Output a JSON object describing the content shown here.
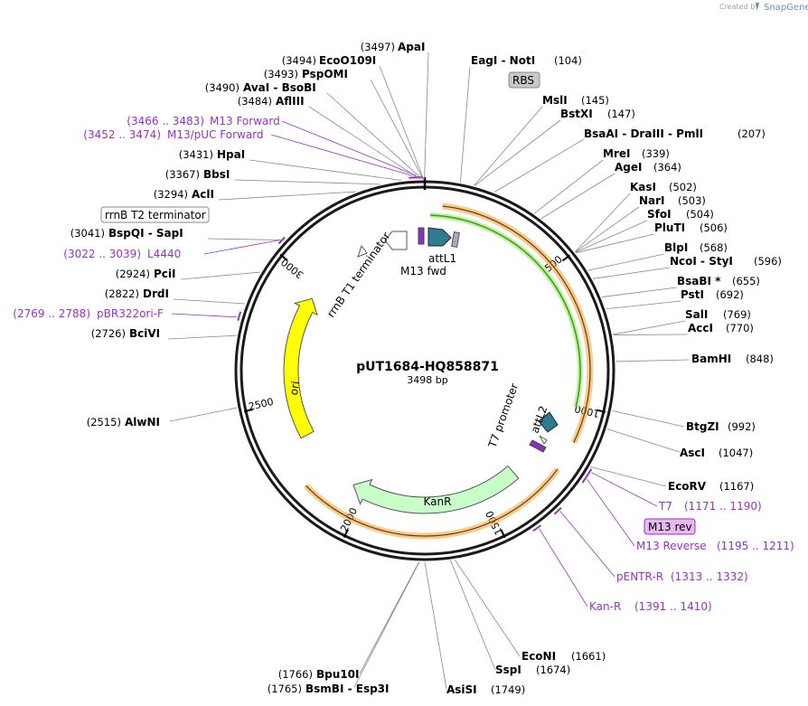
{
  "header": {
    "credit_text": "Created by",
    "brand_text": "SnapGene"
  },
  "plasmid": {
    "name": "pUT1684-HQ858871",
    "length_text": "3498 bp",
    "length": 3498
  },
  "colors": {
    "primer": "#9b30c8",
    "ori": "#ffff00",
    "kanr": "#c8ffc8",
    "attl": "#2e7d8c",
    "orange_track": "#f0a030",
    "green_track": "#40a020",
    "label_box_purple": "#e8b8f0",
    "label_box_gray": "#c8c8c8"
  },
  "scale": {
    "ticks": [
      500,
      1000,
      1500,
      2000,
      2500,
      3000
    ],
    "tick_labels": [
      "500",
      "1000",
      "1500",
      "2000",
      "2500",
      "3000"
    ]
  },
  "sites": [
    {
      "name": "ApaI",
      "pos": "(3497)",
      "bp": 3497
    },
    {
      "name": "EcoO109I",
      "pos": "(3494)",
      "bp": 3494
    },
    {
      "name": "PspOMI",
      "pos": "(3493)",
      "bp": 3493
    },
    {
      "name": "AvaI - BsoBI",
      "pos": "(3490)",
      "bp": 3490
    },
    {
      "name": "AflIII",
      "pos": "(3484)",
      "bp": 3484
    },
    {
      "name": "HpaI",
      "pos": "(3431)",
      "bp": 3431
    },
    {
      "name": "BbsI",
      "pos": "(3367)",
      "bp": 3367
    },
    {
      "name": "AclI",
      "pos": "(3294)",
      "bp": 3294
    },
    {
      "name": "BspQI - SapI",
      "pos": "(3041)",
      "bp": 3041
    },
    {
      "name": "PciI",
      "pos": "(2924)",
      "bp": 2924
    },
    {
      "name": "DrdI",
      "pos": "(2822)",
      "bp": 2822
    },
    {
      "name": "BciVI",
      "pos": "(2726)",
      "bp": 2726
    },
    {
      "name": "AlwNI",
      "pos": "(2515)",
      "bp": 2515
    },
    {
      "name": "EagI - NotI",
      "pos": "(104)",
      "bp": 104
    },
    {
      "name": "MslI",
      "pos": "(145)",
      "bp": 145
    },
    {
      "name": "BstXI",
      "pos": "(147)",
      "bp": 147
    },
    {
      "name": "BsaAI - DraIII - PmlI",
      "pos": "(207)",
      "bp": 207
    },
    {
      "name": "MreI",
      "pos": "(339)",
      "bp": 339
    },
    {
      "name": "AgeI",
      "pos": "(364)",
      "bp": 364
    },
    {
      "name": "KasI",
      "pos": "(502)",
      "bp": 502
    },
    {
      "name": "NarI",
      "pos": "(503)",
      "bp": 503
    },
    {
      "name": "SfoI",
      "pos": "(504)",
      "bp": 504
    },
    {
      "name": "PluTI",
      "pos": "(506)",
      "bp": 506
    },
    {
      "name": "BlpI",
      "pos": "(568)",
      "bp": 568
    },
    {
      "name": "NcoI - StyI",
      "pos": "(596)",
      "bp": 596
    },
    {
      "name": "BsaBI *",
      "pos": "(655)",
      "bp": 655
    },
    {
      "name": "PstI",
      "pos": "(692)",
      "bp": 692
    },
    {
      "name": "SalI",
      "pos": "(769)",
      "bp": 769
    },
    {
      "name": "AccI",
      "pos": "(770)",
      "bp": 770
    },
    {
      "name": "BamHI",
      "pos": "(848)",
      "bp": 848
    },
    {
      "name": "BtgZI",
      "pos": "(992)",
      "bp": 992
    },
    {
      "name": "AscI",
      "pos": "(1047)",
      "bp": 1047
    },
    {
      "name": "EcoRV",
      "pos": "(1167)",
      "bp": 1167
    },
    {
      "name": "EcoNI",
      "pos": "(1661)",
      "bp": 1661
    },
    {
      "name": "SspI",
      "pos": "(1674)",
      "bp": 1674
    },
    {
      "name": "AsiSI",
      "pos": "(1749)",
      "bp": 1749
    },
    {
      "name": "Bpu10I",
      "pos": "(1766)",
      "bp": 1766
    },
    {
      "name": "BsmBI - Esp3I",
      "pos": "(1765)",
      "bp": 1765
    }
  ],
  "primers": [
    {
      "name": "M13 Forward",
      "range": "(3466 .. 3483)"
    },
    {
      "name": "M13/pUC Forward",
      "range": "(3452 .. 3474)"
    },
    {
      "name": "L4440",
      "range": "(3022 .. 3039)"
    },
    {
      "name": "pBR322ori-F",
      "range": "(2769 .. 2788)"
    },
    {
      "name": "T7",
      "range": "(1171 .. 1190)"
    },
    {
      "name": "M13 Reverse",
      "range": "(1195 .. 1211)"
    },
    {
      "name": "pENTR-R",
      "range": "(1313 .. 1332)"
    },
    {
      "name": "Kan-R",
      "range": "(1391 .. 1410)"
    }
  ],
  "features": {
    "rbs": "RBS",
    "rrnb_t2": "rrnB T2 terminator",
    "rrnb_t1": "rrnB T1 terminator",
    "attl1": "attL1",
    "m13_fwd": "M13 fwd",
    "t7_promoter": "T7 promoter",
    "attl2": "attL2",
    "m13_rev": "M13 rev",
    "ori": "ori",
    "kanr": "KanR"
  }
}
